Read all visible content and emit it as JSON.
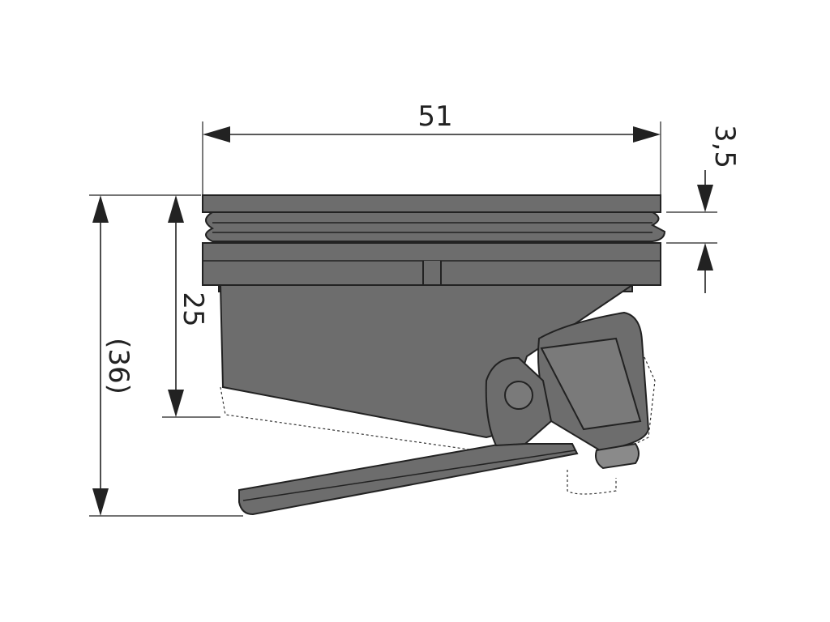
{
  "dimensions": {
    "width_label": "51",
    "groove_label": "3,5",
    "body_height_label": "25",
    "total_height_label": "(36)"
  },
  "colors": {
    "body_fill": "#6d6d6d",
    "body_fill_light": "#7a7a7a",
    "line": "#222222"
  }
}
